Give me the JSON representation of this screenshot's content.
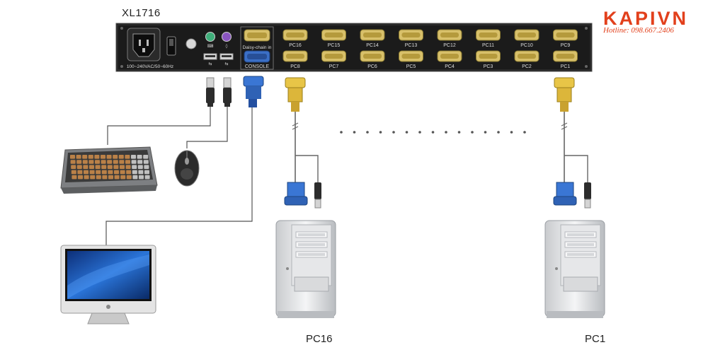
{
  "header": {
    "model": "XL1716",
    "brand": "KAPIVN",
    "hotline": "Hotline: 098.667.2406"
  },
  "panel": {
    "power_label": "100~240VAC/50~60Hz",
    "daisy_chain_label": "Daisy-chain in",
    "console_label": "CONSOLE",
    "top_row_ports": [
      "PC16",
      "PC15",
      "PC14",
      "PC13",
      "PC12",
      "PC11",
      "PC10",
      "PC9"
    ],
    "bottom_row_ports": [
      "PC8",
      "PC7",
      "PC6",
      "PC5",
      "PC4",
      "PC3",
      "PC2",
      "PC1"
    ]
  },
  "captions": {
    "left_pc": "PC16",
    "right_pc": "PC1"
  },
  "colors": {
    "brand": "#e2401c",
    "panel": "#1b1b1b",
    "vga_yellow": "#e8c547",
    "vga_blue": "#2f6fcf"
  }
}
